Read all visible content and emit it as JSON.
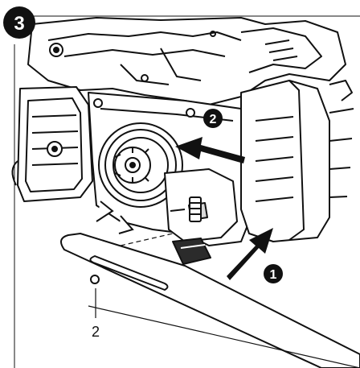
{
  "figure": {
    "step_number": "3",
    "callouts": [
      {
        "id": "arrow-1",
        "label": "1"
      },
      {
        "id": "arrow-2",
        "label": "2"
      }
    ],
    "part_label": "2"
  },
  "colors": {
    "ink": "#111111",
    "paper": "#ffffff",
    "shade": "#d9d9d9",
    "dark": "#2b2b2b"
  }
}
